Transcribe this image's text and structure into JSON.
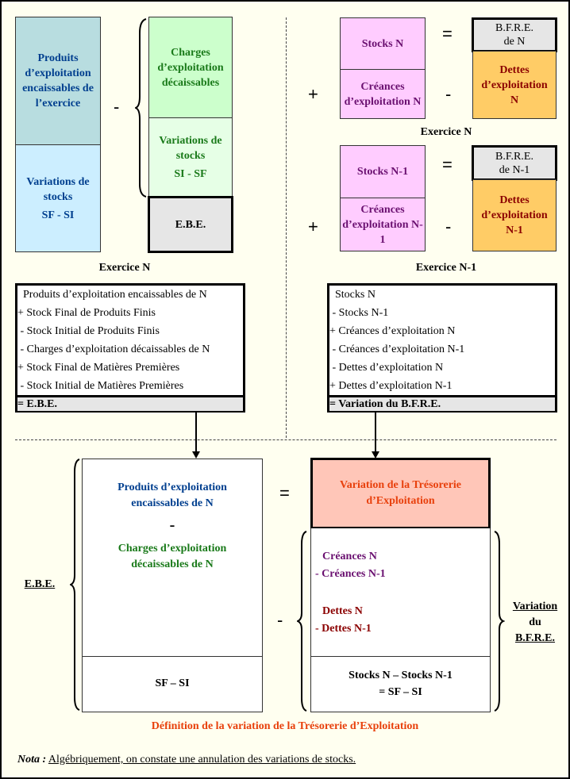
{
  "top_left": {
    "products_box": "Produits d’exploitation encaissables de l’exercice",
    "products_variation": [
      "Variations de stocks",
      "SF - SI"
    ],
    "minus_sign": "-",
    "charges_box": "Charges d’exploitation décaissables",
    "charges_variation": [
      "Variations de stocks",
      "SI - SF"
    ],
    "ebe_box": "E.B.E.",
    "caption": "Exercice N"
  },
  "top_right": {
    "year_n": {
      "stocks": "Stocks N",
      "creances": "Créances d’exploitation N",
      "bfre": [
        "B.F.R.E.",
        "de N"
      ],
      "dettes": "Dettes d’exploitation N",
      "caption": "Exercice N"
    },
    "year_n1": {
      "stocks": "Stocks N-1",
      "creances": "Créances d’exploitation N-1",
      "bfre": [
        "B.F.R.E.",
        "de N-1"
      ],
      "dettes": "Dettes d’exploitation N-1",
      "caption": "Exercice N-1"
    },
    "plus_sign": "+",
    "minus_sign": "-",
    "equals_sign": "="
  },
  "ebe_list": {
    "rows": [
      "  Produits d’exploitation encaissables de N",
      "+ Stock Final de Produits Finis",
      " - Stock Initial de Produits Finis",
      " - Charges d’exploitation décaissables de N",
      "+ Stock Final de Matières Premières",
      " - Stock Initial de Matières Premières"
    ],
    "total": "= E.B.E."
  },
  "bfre_list": {
    "rows": [
      "  Stocks N",
      " - Stocks N-1",
      "+ Créances d’exploitation N",
      " - Créances d’exploitation N-1",
      " - Dettes d’exploitation N",
      "+ Dettes d’exploitation N-1"
    ],
    "total": "= Variation du B.F.R.E."
  },
  "bottom": {
    "ebe_label": "E.B.E.",
    "products": "Produits d’exploitation encaissables de N",
    "minus_sign": "-",
    "charges": "Charges d’exploitation décaissables de N",
    "sf_si": "SF – SI",
    "equals_sign": "=",
    "treasury": "Variation de la Trésorerie d’Exploitation",
    "creances_n": "Créances N",
    "creances_n1": "- Créances N-1",
    "dettes_n": "Dettes N",
    "dettes_n1": "- Dettes N-1",
    "stocks_line1": "Stocks N – Stocks N-1",
    "stocks_line2": "= SF – SI",
    "bfre_label": [
      "Variation",
      "du",
      "B.F.R.E."
    ],
    "caption": "Définition de la variation de la Trésorerie d’Exploitation"
  },
  "note": {
    "label": "Nota :",
    "text": "Algébriquement, on constate une annulation des variations de stocks."
  },
  "colors": {
    "background": "#fffff0",
    "teal": "#b8dde0",
    "light_blue": "#cceeff",
    "green": "#ccffcc",
    "light_green": "#e6ffe6",
    "gray": "#e6e6e6",
    "pink": "#ffccff",
    "orange": "#ffcc66",
    "salmon": "#ffc6b8"
  }
}
